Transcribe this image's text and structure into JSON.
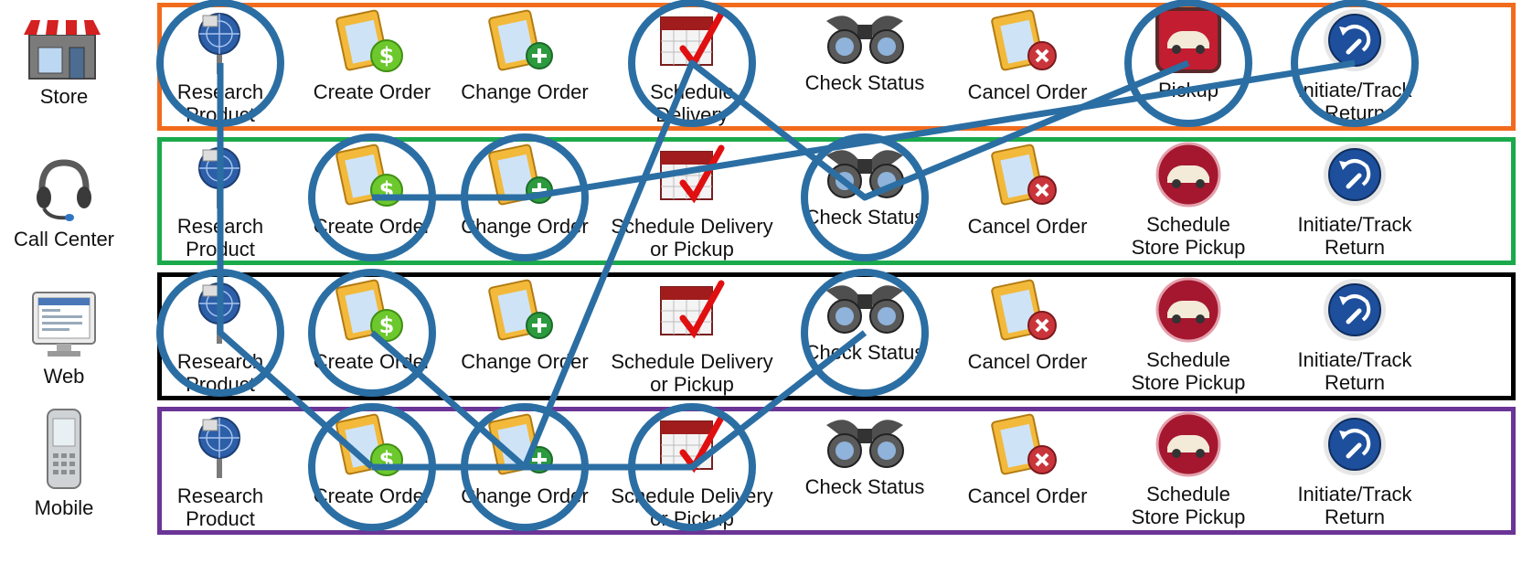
{
  "colors": {
    "store_border": "#f26b1d",
    "call_center_border": "#1aaa4b",
    "web_border": "#000000",
    "mobile_border": "#6a3596",
    "journey_line": "#2b6ea3"
  },
  "channels": [
    {
      "name": "Store",
      "icon": "store-icon"
    },
    {
      "name": "Call Center",
      "icon": "headset-icon"
    },
    {
      "name": "Web",
      "icon": "monitor-icon"
    },
    {
      "name": "Mobile",
      "icon": "mobile-phone-icon"
    }
  ],
  "rows": [
    {
      "channel": "Store",
      "steps": [
        {
          "label": [
            "Research",
            "Product"
          ],
          "icon": "research-globe-icon",
          "highlighted": true
        },
        {
          "label": [
            "Create Order"
          ],
          "icon": "create-order-clipboard-icon",
          "highlighted": false
        },
        {
          "label": [
            "Change Order"
          ],
          "icon": "change-order-clipboard-icon",
          "highlighted": false
        },
        {
          "label": [
            "Schedule",
            "Delivery"
          ],
          "icon": "calendar-check-icon",
          "highlighted": true
        },
        {
          "label": [
            "Check Status"
          ],
          "icon": "binoculars-icon",
          "highlighted": false
        },
        {
          "label": [
            "Cancel Order"
          ],
          "icon": "cancel-order-clipboard-icon",
          "highlighted": false
        },
        {
          "label": [
            "Pickup"
          ],
          "icon": "car-pickup-icon",
          "highlighted": true
        },
        {
          "label": [
            "Initiate/Track",
            "Return"
          ],
          "icon": "return-wrench-icon",
          "highlighted": true
        }
      ]
    },
    {
      "channel": "Call Center",
      "steps": [
        {
          "label": [
            "Research",
            "Product"
          ],
          "icon": "research-globe-icon",
          "highlighted": false
        },
        {
          "label": [
            "Create Order"
          ],
          "icon": "create-order-clipboard-icon",
          "highlighted": true
        },
        {
          "label": [
            "Change Order"
          ],
          "icon": "change-order-clipboard-icon",
          "highlighted": true
        },
        {
          "label": [
            "Schedule Delivery",
            "or Pickup"
          ],
          "icon": "calendar-check-icon",
          "highlighted": false
        },
        {
          "label": [
            "Check Status"
          ],
          "icon": "binoculars-icon",
          "highlighted": true
        },
        {
          "label": [
            "Cancel Order"
          ],
          "icon": "cancel-order-clipboard-icon",
          "highlighted": false
        },
        {
          "label": [
            "Schedule",
            "Store Pickup"
          ],
          "icon": "car-pickup-icon",
          "highlighted": false
        },
        {
          "label": [
            "Initiate/Track",
            "Return"
          ],
          "icon": "return-wrench-icon",
          "highlighted": false
        }
      ]
    },
    {
      "channel": "Web",
      "steps": [
        {
          "label": [
            "Research",
            "Product"
          ],
          "icon": "research-globe-icon",
          "highlighted": true
        },
        {
          "label": [
            "Create Order"
          ],
          "icon": "create-order-clipboard-icon",
          "highlighted": true
        },
        {
          "label": [
            "Change Order"
          ],
          "icon": "change-order-clipboard-icon",
          "highlighted": false
        },
        {
          "label": [
            "Schedule Delivery",
            "or Pickup"
          ],
          "icon": "calendar-check-icon",
          "highlighted": false
        },
        {
          "label": [
            "Check Status"
          ],
          "icon": "binoculars-icon",
          "highlighted": true
        },
        {
          "label": [
            "Cancel Order"
          ],
          "icon": "cancel-order-clipboard-icon",
          "highlighted": false
        },
        {
          "label": [
            "Schedule",
            "Store Pickup"
          ],
          "icon": "car-pickup-icon",
          "highlighted": false
        },
        {
          "label": [
            "Initiate/Track",
            "Return"
          ],
          "icon": "return-wrench-icon",
          "highlighted": false
        }
      ]
    },
    {
      "channel": "Mobile",
      "steps": [
        {
          "label": [
            "Research",
            "Product"
          ],
          "icon": "research-globe-icon",
          "highlighted": false
        },
        {
          "label": [
            "Create Order"
          ],
          "icon": "create-order-clipboard-icon",
          "highlighted": true
        },
        {
          "label": [
            "Change Order"
          ],
          "icon": "change-order-clipboard-icon",
          "highlighted": true
        },
        {
          "label": [
            "Schedule Delivery",
            "or Pickup"
          ],
          "icon": "calendar-check-icon",
          "highlighted": true
        },
        {
          "label": [
            "Check Status"
          ],
          "icon": "binoculars-icon",
          "highlighted": false
        },
        {
          "label": [
            "Cancel Order"
          ],
          "icon": "cancel-order-clipboard-icon",
          "highlighted": false
        },
        {
          "label": [
            "Schedule",
            "Store Pickup"
          ],
          "icon": "car-pickup-icon",
          "highlighted": false
        },
        {
          "label": [
            "Initiate/Track",
            "Return"
          ],
          "icon": "return-wrench-icon",
          "highlighted": false
        }
      ]
    }
  ],
  "journeys": [
    [
      {
        "row": 0,
        "step": 0
      },
      {
        "row": 2,
        "step": 0
      },
      {
        "row": 3,
        "step": 1
      }
    ],
    [
      {
        "row": 3,
        "step": 1
      },
      {
        "row": 3,
        "step": 2
      },
      {
        "row": 3,
        "step": 3
      },
      {
        "row": 2,
        "step": 4
      }
    ],
    [
      {
        "row": 2,
        "step": 1
      },
      {
        "row": 3,
        "step": 2
      },
      {
        "row": 0,
        "step": 3
      },
      {
        "row": 1,
        "step": 4
      },
      {
        "row": 0,
        "step": 6
      }
    ],
    [
      {
        "row": 1,
        "step": 1
      },
      {
        "row": 1,
        "step": 2
      },
      {
        "row": 0,
        "step": 7
      }
    ]
  ]
}
